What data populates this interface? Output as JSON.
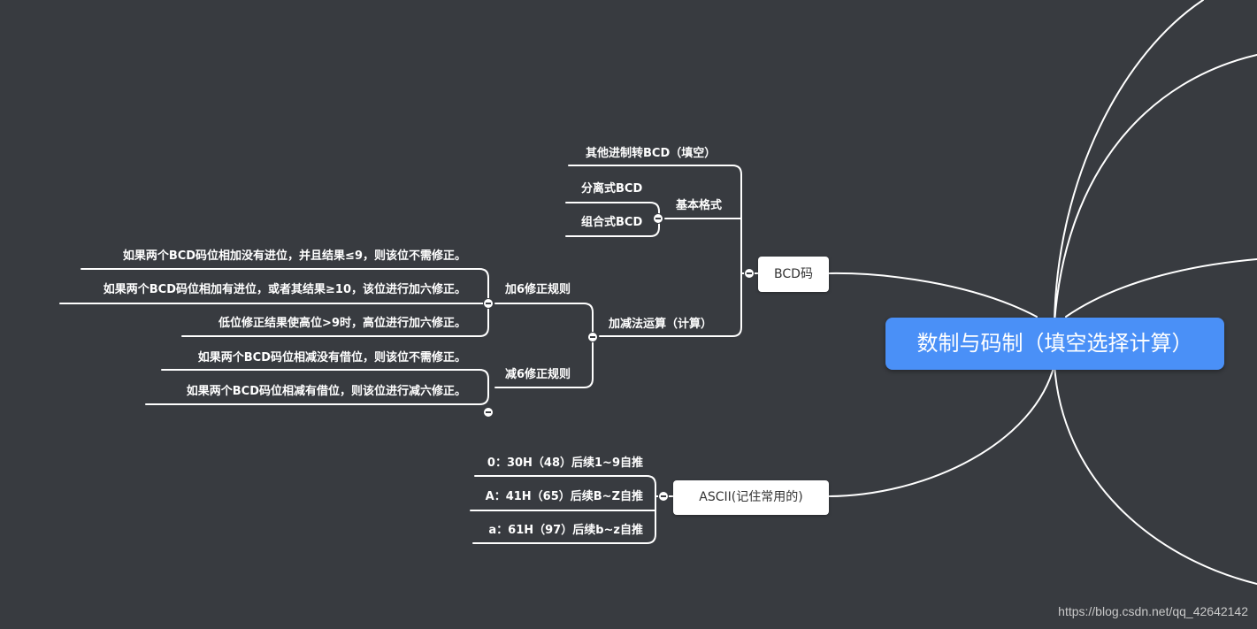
{
  "root": {
    "label": "数制与码制（填空选择计算）"
  },
  "bcd": {
    "label": "BCD码",
    "conversion": "其他进制转BCD（填空）",
    "basic_format": {
      "label": "基本格式",
      "items": [
        "分离式BCD",
        "组合式BCD"
      ]
    },
    "arithmetic": {
      "label": "加减法运算（计算）",
      "add_rule": {
        "label": "加6修正规则",
        "items": [
          "如果两个BCD码位相加没有进位，并且结果≤9，则该位不需修正。",
          "如果两个BCD码位相加有进位，或者其结果≥10，该位进行加六修正。",
          "低位修正结果使高位>9时，高位进行加六修正。"
        ]
      },
      "sub_rule": {
        "label": "减6修正规则",
        "items": [
          "如果两个BCD码位相减没有借位，则该位不需修正。",
          "如果两个BCD码位相减有借位，则该位进行减六修正。"
        ]
      }
    }
  },
  "ascii": {
    "label": "ASCII(记住常用的)",
    "items": [
      "0：30H（48）后续1~9自推",
      "A：41H（65）后续B~Z自推",
      "a：61H（97）后续b~z自推"
    ]
  },
  "watermark": "https://blog.csdn.net/qq_42642142"
}
